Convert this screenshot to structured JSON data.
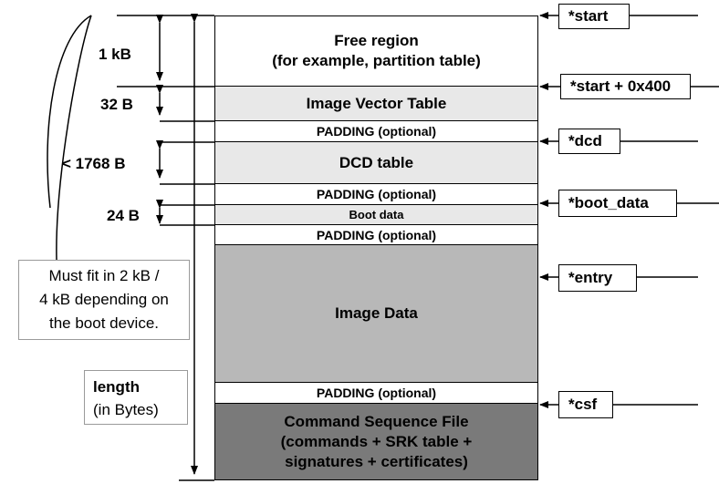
{
  "colors": {
    "light": "#e8e8e8",
    "mid": "#b8b8b8",
    "dark": "#7a7a7a",
    "white": "#ffffff"
  },
  "blocks": {
    "free_region": {
      "line1": "Free region",
      "line2": "(for example, partition table)"
    },
    "ivt": "Image Vector Table",
    "padding1": "PADDING (optional)",
    "dcd": "DCD table",
    "padding2": "PADDING (optional)",
    "boot_data": "Boot data",
    "padding3": "PADDING (optional)",
    "image_data": "Image Data",
    "padding4": "PADDING (optional)",
    "csf": {
      "line1": "Command Sequence File",
      "line2": "(commands + SRK table +",
      "line3": "signatures + certificates)"
    }
  },
  "dimensions": {
    "d1": "1 kB",
    "d2": "32 B",
    "d3": "< 1768 B",
    "d4": "24 B"
  },
  "pointers": {
    "start": "*start",
    "start_offset": "*start + 0x400",
    "dcd": "*dcd",
    "boot_data": "*boot_data",
    "entry": "*entry",
    "csf": "*csf"
  },
  "notes": {
    "fit": {
      "line1": "Must fit in 2 kB /",
      "line2": "4 kB depending on",
      "line3": "the boot device."
    },
    "length": {
      "line1": "length",
      "line2": "(in Bytes)"
    }
  }
}
